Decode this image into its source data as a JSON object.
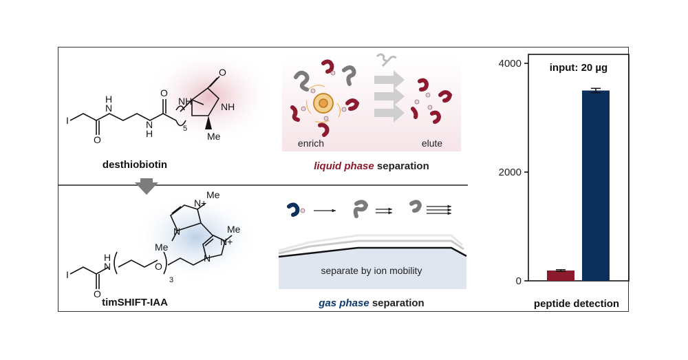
{
  "top": {
    "compound": "desthiobiotin",
    "repeat": "5",
    "methyl": "Me",
    "stage_enrich": "enrich",
    "stage_elute": "elute",
    "method_emph": "liquid phase",
    "method_rest": " separation"
  },
  "bottom": {
    "compound": "timSHIFT-IAA",
    "repeat": "3",
    "methyl": "Me",
    "box_label": "separate by ion mobility",
    "method_emph": "gas phase",
    "method_rest": " separation"
  },
  "atoms": {
    "I": "I",
    "O": "O",
    "N": "N",
    "H": "H",
    "NH": "NH",
    "Nplus": "N+"
  },
  "chart_data": {
    "type": "bar",
    "title": "input: 20 µg",
    "xlabel": "peptide detection",
    "ylabel": "",
    "ylim": [
      0,
      4000
    ],
    "yticks": [
      0,
      2000,
      4000
    ],
    "categories": [
      "desthiobiotin",
      "timSHIFT-IAA"
    ],
    "values": [
      190,
      3500
    ],
    "errors": [
      15,
      40
    ],
    "colors": [
      "#8b1a2e",
      "#0d2f5c"
    ]
  },
  "colors": {
    "liquid": "#8b1a2e",
    "gas": "#0d3a6e",
    "peptide_red": "#8b1a2e",
    "peptide_blue": "#0d2f5c",
    "peptide_gray": "#7a7a7a"
  }
}
